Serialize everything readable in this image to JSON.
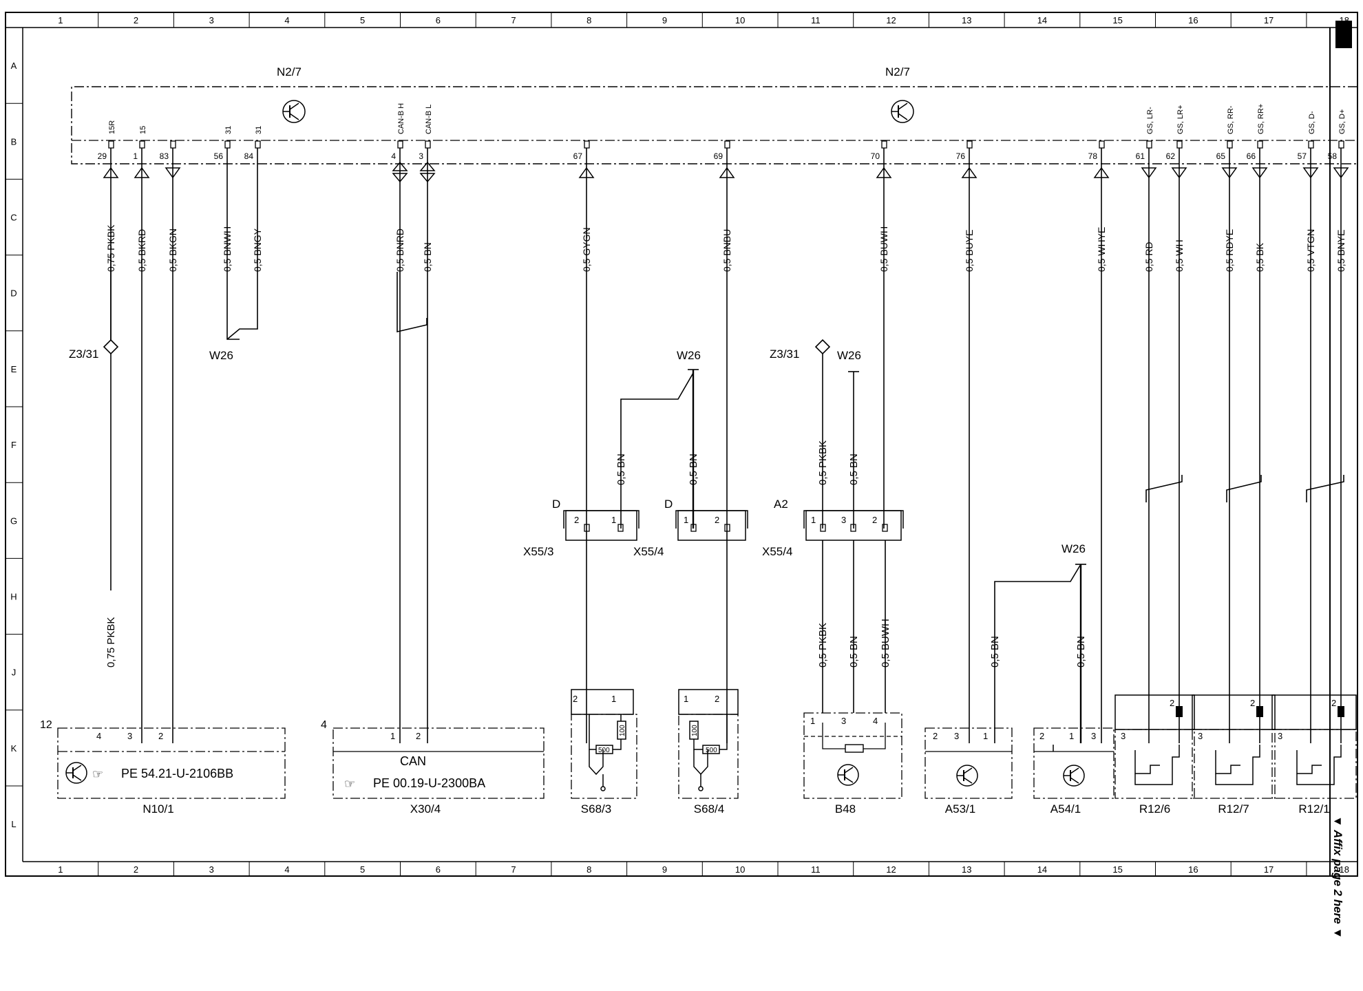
{
  "columns": [
    "1",
    "2",
    "3",
    "4",
    "5",
    "6",
    "7",
    "8",
    "9",
    "10",
    "11",
    "12",
    "13",
    "14",
    "15",
    "16",
    "17",
    "18"
  ],
  "rows": [
    "A",
    "B",
    "C",
    "D",
    "E",
    "F",
    "G",
    "H",
    "J",
    "K",
    "L"
  ],
  "control_unit": {
    "name": "N2/7"
  },
  "pins": [
    {
      "pin": "29",
      "function": "15R",
      "wire": "0,75 PKBK",
      "dir": "in"
    },
    {
      "pin": "1",
      "function": "15",
      "wire": "0,5 BKRD",
      "dir": "in"
    },
    {
      "pin": "83",
      "function": "",
      "wire": "0,5 BKGN",
      "dir": "out"
    },
    {
      "pin": "56",
      "function": "31",
      "wire": "0,5 BNWH",
      "dir": "none"
    },
    {
      "pin": "84",
      "function": "31",
      "wire": "0,5 BNGY",
      "dir": "none"
    },
    {
      "pin": "4",
      "function": "CAN-B H",
      "wire": "0,5 BNRD",
      "dir": "bi"
    },
    {
      "pin": "3",
      "function": "CAN-B L",
      "wire": "0,5 BN",
      "dir": "bi"
    },
    {
      "pin": "67",
      "function": "",
      "wire": "0,5 GYGN",
      "dir": "in"
    },
    {
      "pin": "69",
      "function": "",
      "wire": "0,5 BNBU",
      "dir": "in"
    },
    {
      "pin": "70",
      "function": "",
      "wire": "0,5 BUWH",
      "dir": "in"
    },
    {
      "pin": "76",
      "function": "",
      "wire": "0,5 BUYE",
      "dir": "in"
    },
    {
      "pin": "78",
      "function": "",
      "wire": "0,5 WHYE",
      "dir": "in"
    },
    {
      "pin": "61",
      "function": "GS, LR-",
      "wire": "0,5 RD",
      "dir": "out"
    },
    {
      "pin": "62",
      "function": "GS, LR+",
      "wire": "0,5 WH",
      "dir": "out"
    },
    {
      "pin": "65",
      "function": "GS, RR-",
      "wire": "0,5 RDYE",
      "dir": "out"
    },
    {
      "pin": "66",
      "function": "GS, RR+",
      "wire": "0,5 BK",
      "dir": "out"
    },
    {
      "pin": "57",
      "function": "GS, D-",
      "wire": "0,5 VTGN",
      "dir": "out"
    },
    {
      "pin": "58",
      "function": "GS, D+",
      "wire": "0,5 BNYE",
      "dir": "out"
    }
  ],
  "ground_points": {
    "z331": "Z3/31",
    "w26": "W26"
  },
  "connectors": [
    {
      "label": "D",
      "name": "X55/3",
      "second_name": "X55/4",
      "pins": [
        "2",
        "1"
      ]
    },
    {
      "label": "D",
      "name": "",
      "second_name": "",
      "pins": [
        "1",
        "2"
      ]
    },
    {
      "label": "A2",
      "name": "X55/4",
      "second_name": "",
      "pins": [
        "1",
        "3",
        "2"
      ]
    }
  ],
  "lower_wires": [
    "0,75 PKBK",
    "0,5 BN",
    "0,5 BN",
    "0,5 PKBK",
    "0,5 BN",
    "0,5 PKBK",
    "0,5 BN",
    "0,5 BUWH",
    "0,5 BN",
    "0,5 BN"
  ],
  "components": [
    {
      "id": "N10/1",
      "ref": "PE 54.21-U-2106BB",
      "conn": "12",
      "pins": [
        "4",
        "3",
        "2"
      ]
    },
    {
      "id": "X30/4",
      "ref": "PE 00.19-U-2300BA",
      "conn": "4",
      "bus": "CAN",
      "pins": [
        "1",
        "2"
      ]
    },
    {
      "id": "S68/3",
      "pins": [
        "2",
        "1"
      ],
      "r1": "100",
      "r2": "500"
    },
    {
      "id": "S68/4",
      "pins": [
        "1",
        "2"
      ],
      "r1": "100",
      "r2": "500"
    },
    {
      "id": "B48",
      "pins": [
        "1",
        "3",
        "4"
      ]
    },
    {
      "id": "A53/1",
      "pins": [
        "2",
        "3",
        "1"
      ]
    },
    {
      "id": "A54/1",
      "pins": [
        "2",
        "1",
        "3"
      ]
    },
    {
      "id": "R12/6",
      "pins": [
        "3",
        "2"
      ]
    },
    {
      "id": "R12/7",
      "pins": [
        "3",
        "2"
      ]
    },
    {
      "id": "R12/1",
      "pins": [
        "3",
        "2"
      ]
    }
  ],
  "side_note": "▼ Affix page 2 here ▼"
}
